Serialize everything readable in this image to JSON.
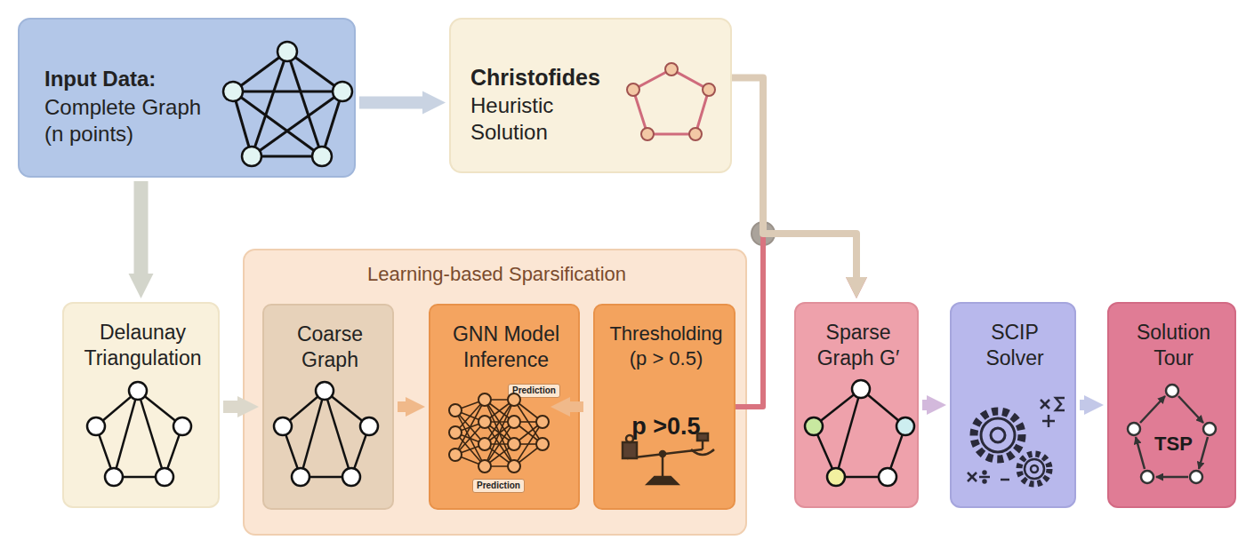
{
  "diagram": {
    "nodes": [
      {
        "text": [
          "Input Data:",
          "Complete Graph (n points)"
        ]
      },
      {
        "text": [
          "Christofides",
          "Heuristic Solution"
        ]
      },
      {
        "text": [
          "Delaunay Triangulation"
        ]
      },
      {
        "text": [
          "Learning-based Sparsification"
        ]
      },
      {
        "text": [
          "Coarse Graph"
        ],
        "in": 3
      },
      {
        "text": [
          "GNN Model Inference",
          "Prediction",
          "Prediction"
        ],
        "in": 3
      },
      {
        "text": [
          "Thresholding (p > 0.5)",
          "p >0.5"
        ],
        "in": 3
      },
      {
        "text": [
          "Sparse Graph G′"
        ]
      },
      {
        "text": [
          "SCIP Solver"
        ]
      },
      {
        "text": [
          "Solution Tour",
          "TSP"
        ]
      }
    ],
    "edges": [
      {
        "from": 0,
        "to": 1,
        "arrow": "to"
      },
      {
        "from": 0,
        "to": 2,
        "arrow": "to"
      },
      {
        "from": 2,
        "to": 4,
        "arrow": "to"
      },
      {
        "from": 4,
        "to": 5,
        "arrow": "to"
      },
      {
        "from": 5,
        "to": 6,
        "arrow": "to"
      },
      {
        "from": 6,
        "to": 7,
        "arrow": "to"
      },
      {
        "from": 1,
        "to": 7,
        "arrow": "to"
      },
      {
        "from": 7,
        "to": 8,
        "arrow": "to"
      },
      {
        "from": 8,
        "to": 9,
        "arrow": "to"
      }
    ]
  }
}
